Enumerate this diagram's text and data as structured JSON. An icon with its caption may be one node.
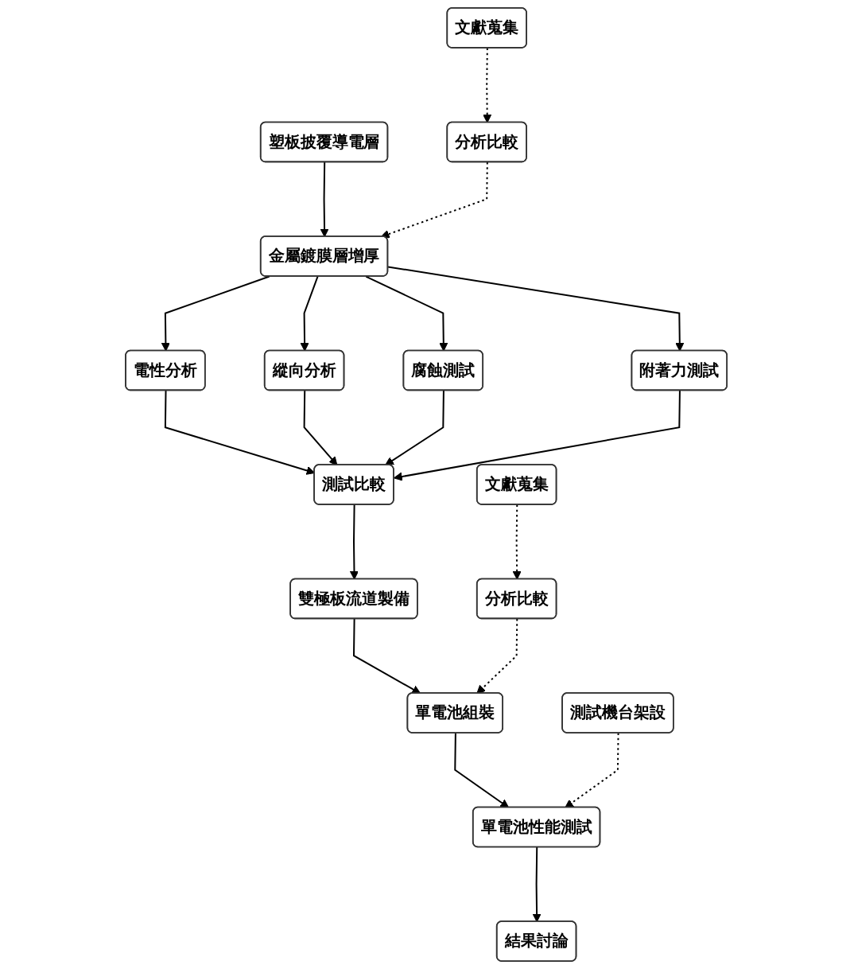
{
  "diagram": {
    "nodes": [
      {
        "text": [
          "文獻蒐集"
        ]
      },
      {
        "text": [
          "塑板披覆導電層"
        ]
      },
      {
        "text": [
          "分析比較"
        ]
      },
      {
        "text": [
          "金屬鍍膜層增厚"
        ]
      },
      {
        "text": [
          "電性分析"
        ]
      },
      {
        "text": [
          "縱向分析"
        ]
      },
      {
        "text": [
          "腐蝕測試"
        ]
      },
      {
        "text": [
          "附著力測試"
        ]
      },
      {
        "text": [
          "測試比較"
        ]
      },
      {
        "text": [
          "雙極板流道製備"
        ]
      },
      {
        "text": [
          "文獻蒐集"
        ]
      },
      {
        "text": [
          "單電池組裝"
        ]
      },
      {
        "text": [
          "分析比較"
        ]
      },
      {
        "text": [
          "測試機台架設"
        ]
      },
      {
        "text": [
          "單電池性能測試"
        ]
      },
      {
        "text": [
          "結果討論"
        ]
      }
    ],
    "edges": [
      {
        "from": 0,
        "to": 2,
        "arrow": "to",
        "style": "dashed"
      },
      {
        "from": 1,
        "to": 3,
        "arrow": "to"
      },
      {
        "from": 2,
        "to": 3,
        "arrow": "to",
        "style": "dashed"
      },
      {
        "from": 3,
        "to": 4,
        "arrow": "to"
      },
      {
        "from": 3,
        "to": 5,
        "arrow": "to"
      },
      {
        "from": 3,
        "to": 6,
        "arrow": "to"
      },
      {
        "from": 3,
        "to": 7,
        "arrow": "to"
      },
      {
        "from": 4,
        "to": 8,
        "arrow": "to"
      },
      {
        "from": 5,
        "to": 8,
        "arrow": "to"
      },
      {
        "from": 6,
        "to": 8,
        "arrow": "to"
      },
      {
        "from": 7,
        "to": 8,
        "arrow": "to"
      },
      {
        "from": 8,
        "to": 9,
        "arrow": "to"
      },
      {
        "from": 9,
        "to": 11,
        "arrow": "to"
      },
      {
        "from": 10,
        "to": 12,
        "arrow": "to",
        "style": "dashed"
      },
      {
        "from": 12,
        "to": 11,
        "arrow": "to",
        "style": "dashed"
      },
      {
        "from": 11,
        "to": 14,
        "arrow": "to"
      },
      {
        "from": 13,
        "to": 14,
        "arrow": "to",
        "style": "dashed"
      },
      {
        "from": 14,
        "to": 15,
        "arrow": "to"
      }
    ]
  }
}
